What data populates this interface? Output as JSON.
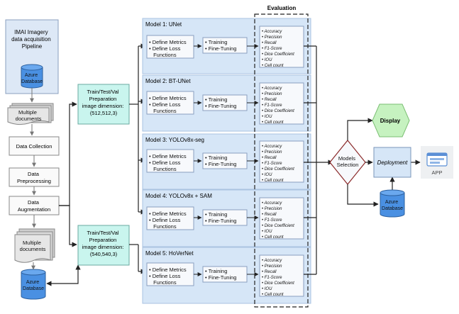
{
  "pipeline": {
    "title": "IMAI Imagery data acquisition Pipeline",
    "title_lines": [
      "IMAI Imagery",
      "data acquisition",
      "Pipeline"
    ],
    "azure_db": [
      "Azure",
      "Database"
    ],
    "multiple_documents_top": [
      "Multiple",
      "documents"
    ],
    "data_collection": "Data Collection",
    "data_preprocessing": [
      "Data",
      "Preprocessing"
    ],
    "data_augmentation": [
      "Data",
      "Augmentation"
    ],
    "multiple_documents_bottom": [
      "Multiple",
      "documents"
    ],
    "azure_db_bottom": [
      "Azure",
      "Database"
    ]
  },
  "prep": [
    {
      "lines": [
        "Train/Test/Val",
        "Preparation",
        "image dimension:",
        "(512,512,3)"
      ]
    },
    {
      "lines": [
        "Train/Test/Val",
        "Preparation",
        "image dimension:",
        "(540,540,3)"
      ]
    }
  ],
  "evaluation_title": "Evaluation",
  "models": [
    {
      "title": "Model 1: UNet"
    },
    {
      "title": "Model 2: BT-UNet"
    },
    {
      "title": "Model 3: YOLOv8x-seg"
    },
    {
      "title": "Model 4: YOLOv8x + SAM"
    },
    {
      "title": "Model 5: HoVerNet"
    }
  ],
  "define_lines": [
    "• Define Metrics",
    "• Define Loss",
    "  Functions"
  ],
  "train_lines": [
    "• Training",
    "• Fine-Tuning"
  ],
  "metrics": [
    "• Accuracy",
    "• Precision",
    "• Recall",
    "• F1-Score",
    "• Dice Coefficient",
    "• IOU",
    "• Cell count"
  ],
  "selection": [
    "Models",
    "Selection"
  ],
  "display": "Display",
  "deployment": "Deployment",
  "azure_db_right": [
    "Azure",
    "Database"
  ],
  "app": "APP",
  "colors": {
    "panel": "#d6e6f7",
    "prep": "#c9f5ee",
    "db": "#4a90e2",
    "display": "#c6f2c0",
    "line": "#222222",
    "border": "#7a95b8"
  }
}
